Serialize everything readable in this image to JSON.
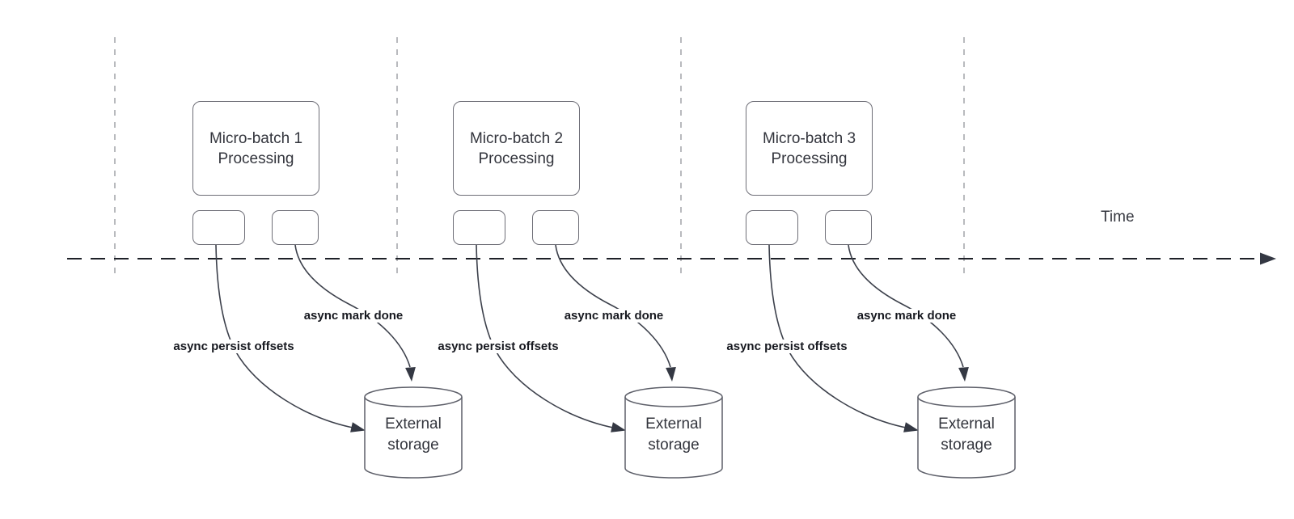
{
  "time_axis": {
    "label": "Time"
  },
  "groups": [
    {
      "title": "Micro-batch 1\nProcessing",
      "persist_label": "async persist offsets",
      "done_label": "async mark done",
      "storage_label": "External\nstorage"
    },
    {
      "title": "Micro-batch 2\nProcessing",
      "persist_label": "async persist offsets",
      "done_label": "async mark done",
      "storage_label": "External\nstorage"
    },
    {
      "title": "Micro-batch 3\nProcessing",
      "persist_label": "async persist offsets",
      "done_label": "async mark done",
      "storage_label": "External\nstorage"
    }
  ],
  "colors": {
    "background": "#ffffff",
    "shape_border": "#6e6e77",
    "shape_text": "#33353d",
    "connector": "#3c404b",
    "arrowhead": "#343843",
    "timeline": "#1e2128",
    "guide_line": "#9b9ca2",
    "edge_label_text": "#16181f"
  }
}
